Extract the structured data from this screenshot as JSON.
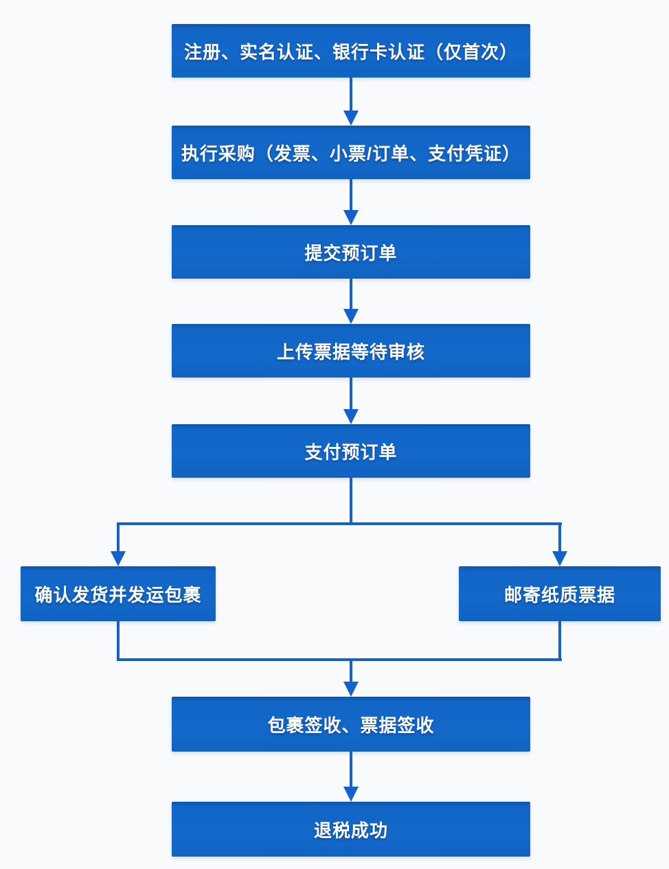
{
  "colors": {
    "background": "#f9fafc",
    "node_fill": "#1266c5",
    "connector_line": "#1261cd",
    "node_text": "#ffffff"
  },
  "flowchart": {
    "title": "tax-refund-process-flowchart",
    "nodes": [
      {
        "id": "register",
        "label": "注册、实名认证、银行卡认证（仅首次）"
      },
      {
        "id": "purchase",
        "label": "执行采购（发票、小票/订单、支付凭证）"
      },
      {
        "id": "submit-preorder",
        "label": "提交预订单"
      },
      {
        "id": "upload-review",
        "label": "上传票据等待审核"
      },
      {
        "id": "pay-preorder",
        "label": "支付预订单"
      },
      {
        "id": "confirm-shipment",
        "label": "确认发货并发运包裹"
      },
      {
        "id": "mail-paper-receipts",
        "label": "邮寄纸质票据"
      },
      {
        "id": "sign-receive",
        "label": "包裹签收、票据签收"
      },
      {
        "id": "refund-success",
        "label": "退税成功"
      }
    ],
    "edges": [
      {
        "from": "register",
        "to": "purchase"
      },
      {
        "from": "purchase",
        "to": "submit-preorder"
      },
      {
        "from": "submit-preorder",
        "to": "upload-review"
      },
      {
        "from": "upload-review",
        "to": "pay-preorder"
      },
      {
        "from": "pay-preorder",
        "to": "confirm-shipment"
      },
      {
        "from": "pay-preorder",
        "to": "mail-paper-receipts"
      },
      {
        "from": "confirm-shipment",
        "to": "sign-receive"
      },
      {
        "from": "mail-paper-receipts",
        "to": "sign-receive"
      },
      {
        "from": "sign-receive",
        "to": "refund-success"
      }
    ]
  }
}
